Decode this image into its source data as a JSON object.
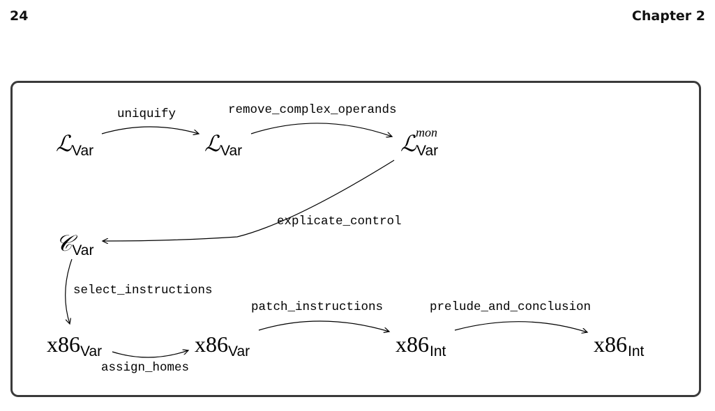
{
  "header": {
    "page_number": "24",
    "chapter": "Chapter 2"
  },
  "languages": {
    "lvar": {
      "base": "ℒ",
      "sub": "Var"
    },
    "lvar_mon": {
      "base": "ℒ",
      "sub": "Var",
      "sup": "mon"
    },
    "cvar": {
      "base": "𝒞",
      "sub": "Var"
    },
    "x86var": {
      "base": "x86",
      "sub": "Var"
    },
    "x86int": {
      "base": "x86",
      "sub": "Int"
    }
  },
  "passes": {
    "uniquify": "uniquify",
    "remove_complex_operands": "remove_complex_operands",
    "explicate_control": "explicate_control",
    "select_instructions": "select_instructions",
    "assign_homes": "assign_homes",
    "patch_instructions": "patch_instructions",
    "prelude_and_conclusion": "prelude_and_conclusion"
  }
}
